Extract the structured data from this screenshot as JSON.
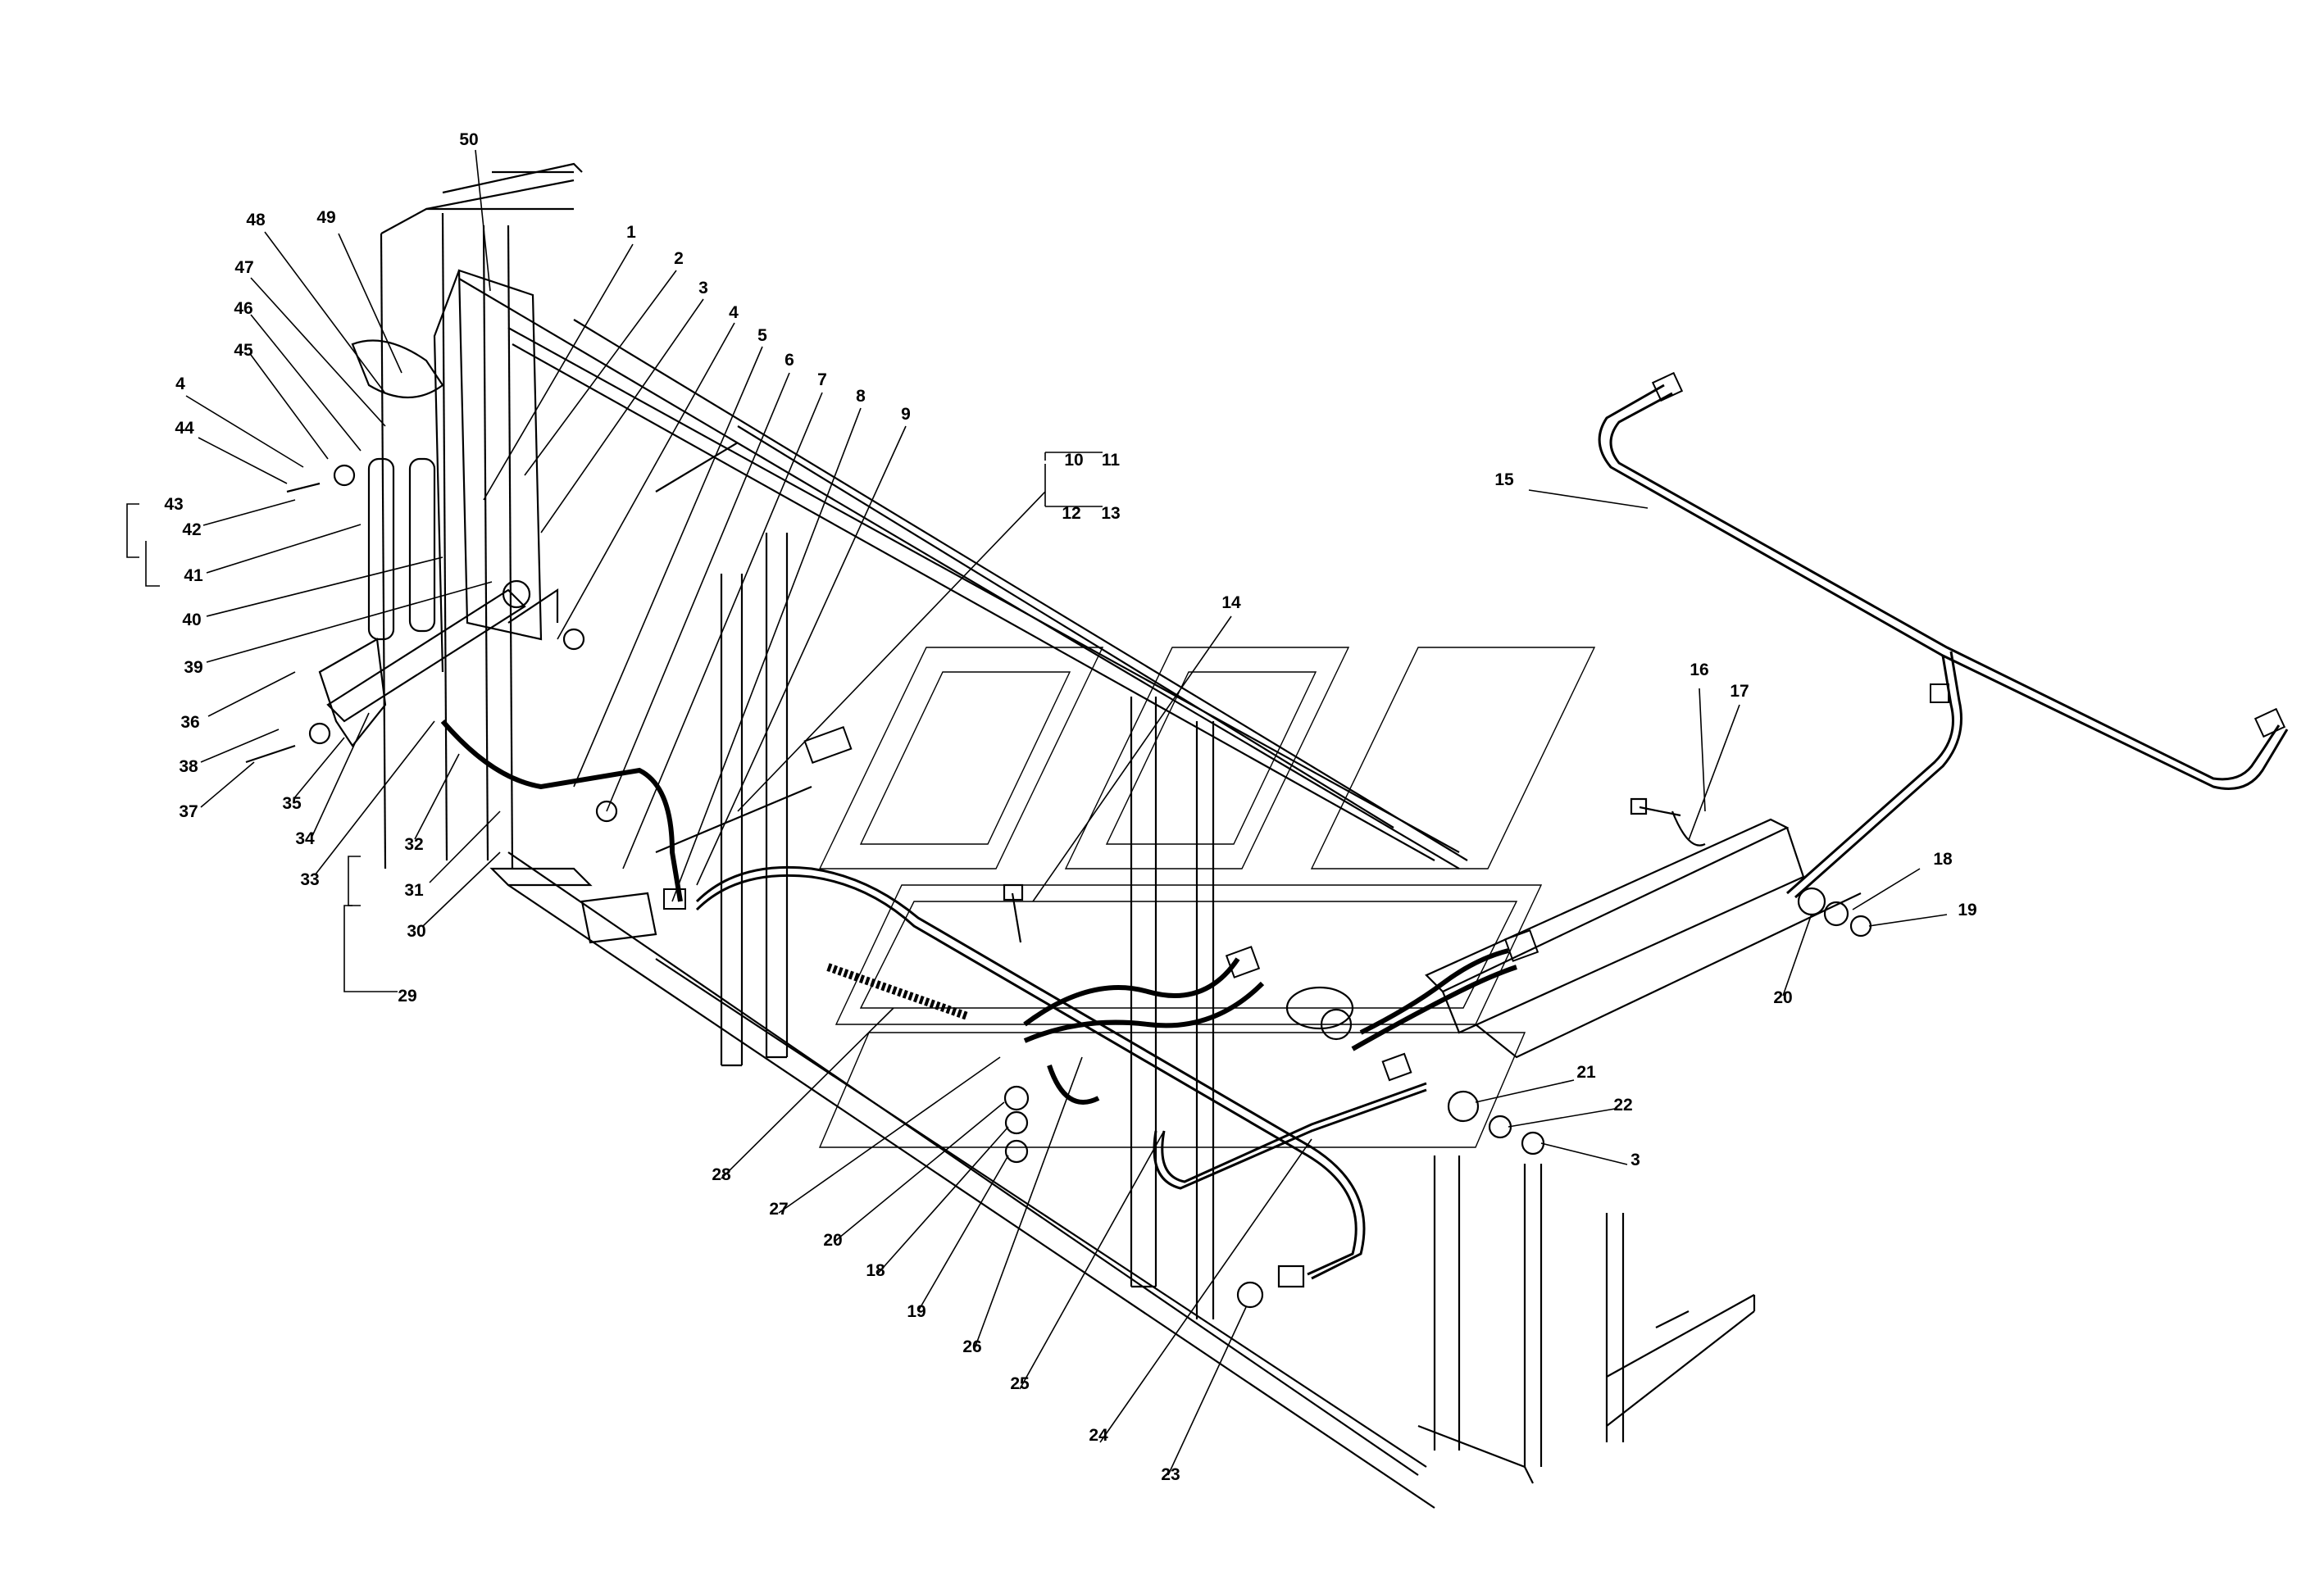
{
  "diagram": {
    "colors": {
      "ink": "#000000",
      "paper": "#ffffff"
    },
    "callouts": [
      {
        "id": "c1",
        "label": "1"
      },
      {
        "id": "c2",
        "label": "2"
      },
      {
        "id": "c3a",
        "label": "3"
      },
      {
        "id": "c4a",
        "label": "4"
      },
      {
        "id": "c5",
        "label": "5"
      },
      {
        "id": "c6",
        "label": "6"
      },
      {
        "id": "c7",
        "label": "7"
      },
      {
        "id": "c8",
        "label": "8"
      },
      {
        "id": "c9",
        "label": "9"
      },
      {
        "id": "c10",
        "label": "10"
      },
      {
        "id": "c11",
        "label": "11"
      },
      {
        "id": "c12",
        "label": "12"
      },
      {
        "id": "c13",
        "label": "13"
      },
      {
        "id": "c14",
        "label": "14"
      },
      {
        "id": "c15",
        "label": "15"
      },
      {
        "id": "c16",
        "label": "16"
      },
      {
        "id": "c17",
        "label": "17"
      },
      {
        "id": "c18a",
        "label": "18"
      },
      {
        "id": "c19a",
        "label": "19"
      },
      {
        "id": "c20a",
        "label": "20"
      },
      {
        "id": "c21",
        "label": "21"
      },
      {
        "id": "c22",
        "label": "22"
      },
      {
        "id": "c3b",
        "label": "3"
      },
      {
        "id": "c23",
        "label": "23"
      },
      {
        "id": "c24",
        "label": "24"
      },
      {
        "id": "c25",
        "label": "25"
      },
      {
        "id": "c26",
        "label": "26"
      },
      {
        "id": "c19b",
        "label": "19"
      },
      {
        "id": "c18b",
        "label": "18"
      },
      {
        "id": "c20b",
        "label": "20"
      },
      {
        "id": "c27",
        "label": "27"
      },
      {
        "id": "c28",
        "label": "28"
      },
      {
        "id": "c29",
        "label": "29"
      },
      {
        "id": "c30",
        "label": "30"
      },
      {
        "id": "c31",
        "label": "31"
      },
      {
        "id": "c32",
        "label": "32"
      },
      {
        "id": "c33",
        "label": "33"
      },
      {
        "id": "c34",
        "label": "34"
      },
      {
        "id": "c35",
        "label": "35"
      },
      {
        "id": "c36",
        "label": "36"
      },
      {
        "id": "c37",
        "label": "37"
      },
      {
        "id": "c38",
        "label": "38"
      },
      {
        "id": "c39",
        "label": "39"
      },
      {
        "id": "c40",
        "label": "40"
      },
      {
        "id": "c41",
        "label": "41"
      },
      {
        "id": "c42",
        "label": "42"
      },
      {
        "id": "c43",
        "label": "43"
      },
      {
        "id": "c4b",
        "label": "4"
      },
      {
        "id": "c44",
        "label": "44"
      },
      {
        "id": "c45",
        "label": "45"
      },
      {
        "id": "c46",
        "label": "46"
      },
      {
        "id": "c47",
        "label": "47"
      },
      {
        "id": "c48",
        "label": "48"
      },
      {
        "id": "c49",
        "label": "49"
      },
      {
        "id": "c50",
        "label": "50"
      }
    ]
  }
}
